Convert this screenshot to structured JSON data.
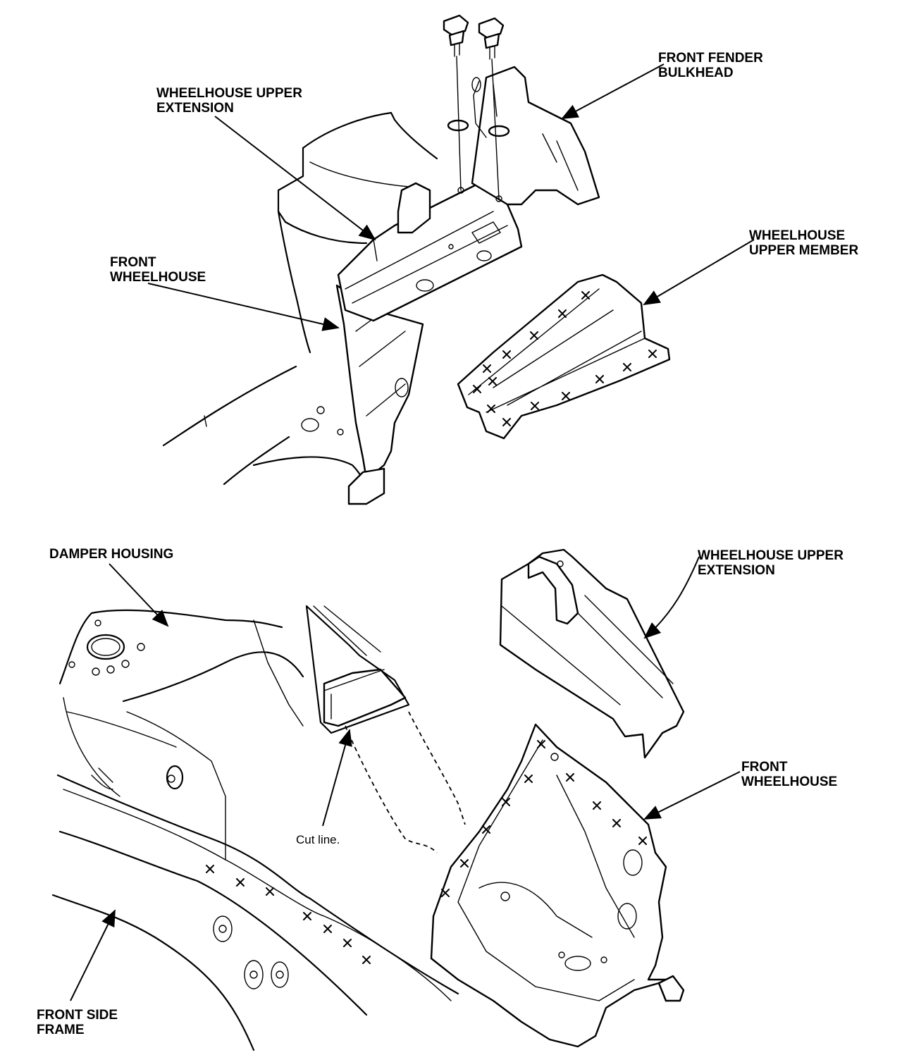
{
  "labels": {
    "front_fender_bulkhead": "FRONT FENDER\nBULKHEAD",
    "wheelhouse_upper_extension_top": "WHEELHOUSE UPPER\nEXTENSION",
    "wheelhouse_upper_member": "WHEELHOUSE\nUPPER MEMBER",
    "front_wheelhouse_top": "FRONT\nWHEELHOUSE",
    "damper_housing": "DAMPER HOUSING",
    "wheelhouse_upper_extension_bottom": "WHEELHOUSE UPPER\nEXTENSION",
    "front_wheelhouse_bottom": "FRONT\nWHEELHOUSE",
    "cut_line": "Cut line.",
    "front_side_frame": "FRONT SIDE\nFRAME"
  }
}
